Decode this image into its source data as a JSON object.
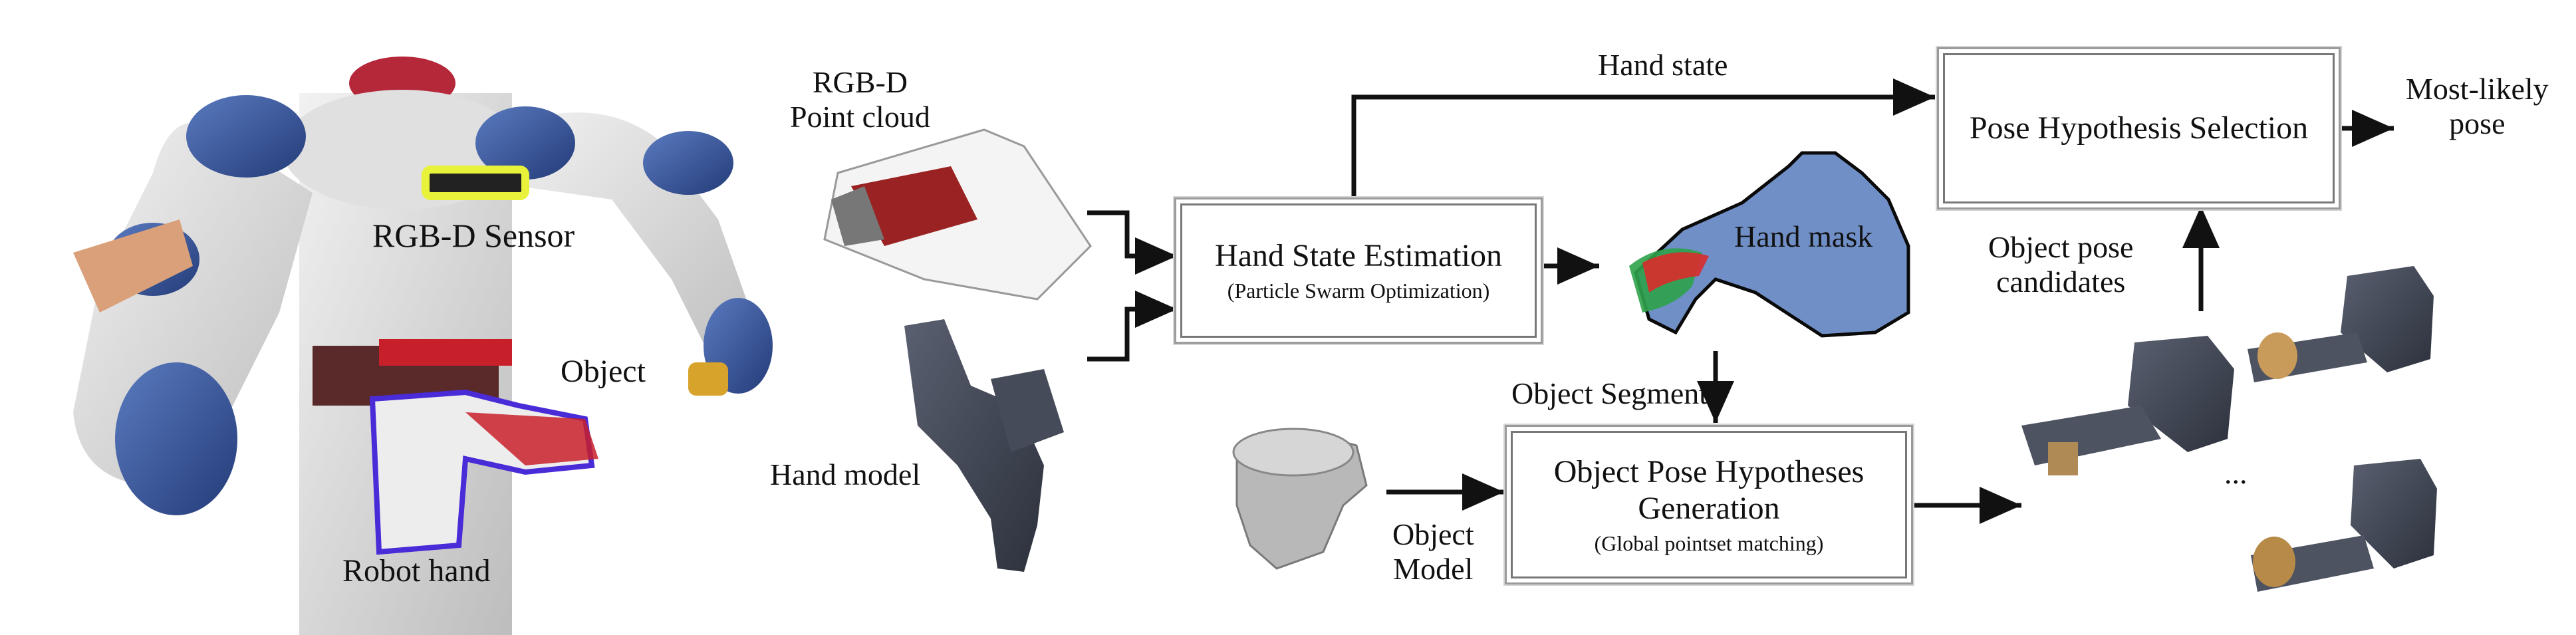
{
  "robot_labels": {
    "sensor": "RGB-D Sensor",
    "object": "Object",
    "robot_hand": "Robot hand"
  },
  "inputs": {
    "point_cloud": "RGB-D\nPoint cloud",
    "hand_model": "Hand model",
    "object_model": "Object\nModel"
  },
  "boxes": {
    "hand_state_estimation": {
      "title": "Hand State Estimation",
      "subtitle": "(Particle Swarm Optimization)"
    },
    "object_pose_generation": {
      "title": "Object Pose Hypotheses\nGeneration",
      "subtitle": "(Global pointset matching)"
    },
    "pose_selection": {
      "title": "Pose Hypothesis Selection"
    }
  },
  "edge_labels": {
    "hand_state": "Hand state",
    "hand_mask": "Hand mask",
    "object_segment": "Object Segment",
    "object_pose_candidates": "Object pose\ncandidates",
    "ellipsis": "..."
  },
  "output": "Most-likely\npose",
  "colors": {
    "robot_white": "#e6e6e6",
    "robot_blue": "#2f4a8a",
    "hand_mask_blue": "#6f8fc6",
    "gripper_gray": "#3d4350",
    "sensor_glow": "#e8f23a",
    "object_red": "#c8202a",
    "outline_purple": "#4a2bd8"
  }
}
